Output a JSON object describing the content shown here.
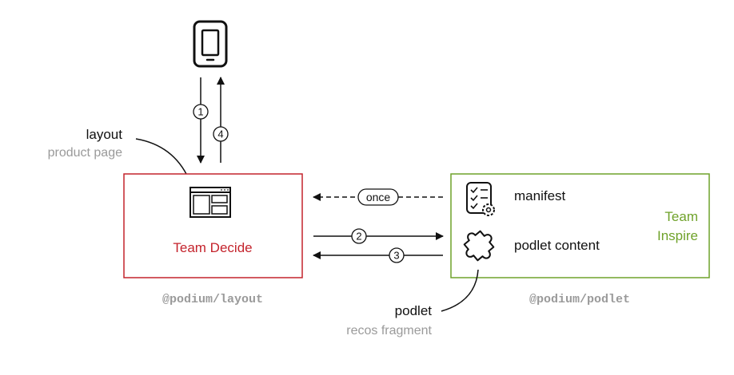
{
  "device": {
    "icon": "tablet-icon"
  },
  "layout_callout": {
    "title": "layout",
    "subtitle": "product page"
  },
  "podlet_callout": {
    "title": "podlet",
    "subtitle": "recos fragment"
  },
  "team_decide": {
    "name": "Team Decide",
    "package": "@podium/layout",
    "icon": "layout-page-icon",
    "color": "#c4232c"
  },
  "team_inspire": {
    "name_line1": "Team",
    "name_line2": "Inspire",
    "package": "@podium/podlet",
    "color": "#6fa22a",
    "items": [
      {
        "icon": "checklist-gear-icon",
        "label": "manifest"
      },
      {
        "icon": "puzzle-piece-icon",
        "label": "podlet content"
      }
    ]
  },
  "steps": {
    "s1": "1",
    "s2": "2",
    "s3": "3",
    "s4": "4",
    "once": "once"
  }
}
